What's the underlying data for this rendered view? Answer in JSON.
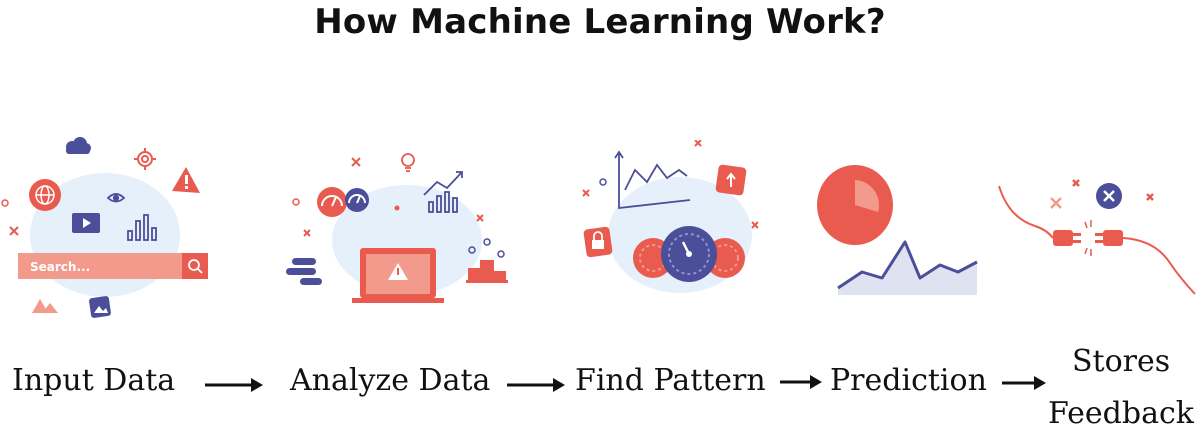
{
  "title": "How Machine Learning Work?",
  "search_bar": {
    "placeholder": "Search..."
  },
  "steps": [
    {
      "label": "Input Data"
    },
    {
      "label": "Analyze Data"
    },
    {
      "label": "Find Pattern"
    },
    {
      "label": "Prediction"
    },
    {
      "label_line1": "Stores",
      "label_line2": "Feedback"
    }
  ],
  "colors": {
    "accent_red": "#ea5b4f",
    "light_red": "#f29a8c",
    "navy": "#4b4f9a",
    "blob": "#e6f0fa",
    "text": "#111111"
  },
  "icons": [
    "globe-icon",
    "cloud-icon",
    "gear-icon",
    "eye-icon",
    "warning-icon",
    "video-icon",
    "bar-chart-icon",
    "image-icon",
    "search-icon",
    "gauge-icon",
    "lightbulb-icon",
    "laptop-icon",
    "podium-icon",
    "trend-chart-icon",
    "lock-icon",
    "up-arrow-icon",
    "pie-chart-icon",
    "plug-icon"
  ]
}
